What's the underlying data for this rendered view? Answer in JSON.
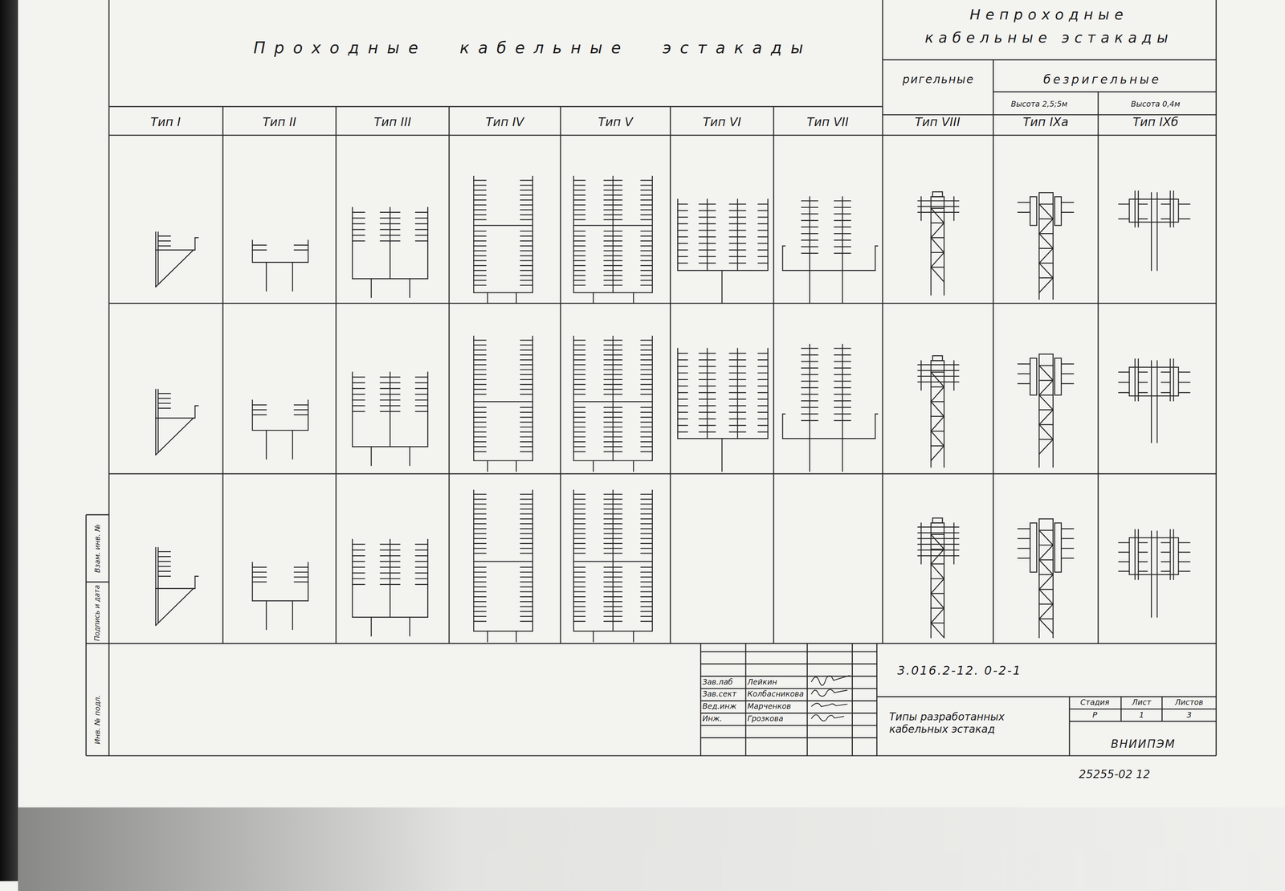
{
  "diagram": {
    "title": "Проходные кабельные эстакады",
    "labels": [
      "Непроходные",
      "кабельные эстакады",
      "ригельные",
      "безригельные",
      "Высота 2,5;5м",
      "Высота 0,4м",
      "Тип I",
      "Тип II",
      "Тип III",
      "Тип IV",
      "Тип V",
      "Тип VI",
      "Тип VII",
      "Тип VIII",
      "Тип IXа",
      "Тип IXб",
      "3.016.2-12. 0-2-1",
      "Зав.лаб",
      "Лейкин",
      "Зав.сект",
      "Колбасникова",
      "Вед.инж",
      "Марченков",
      "Инж.",
      "Грозкова",
      "Типы разработанных кабельных эстакад",
      "Стадия",
      "Лист",
      "Листов",
      "Р",
      "1",
      "3",
      "ВНИИПЭМ",
      "25255-02 12",
      "Инв. № подл.",
      "Подпись и дата",
      "Взам. инв. №"
    ]
  }
}
